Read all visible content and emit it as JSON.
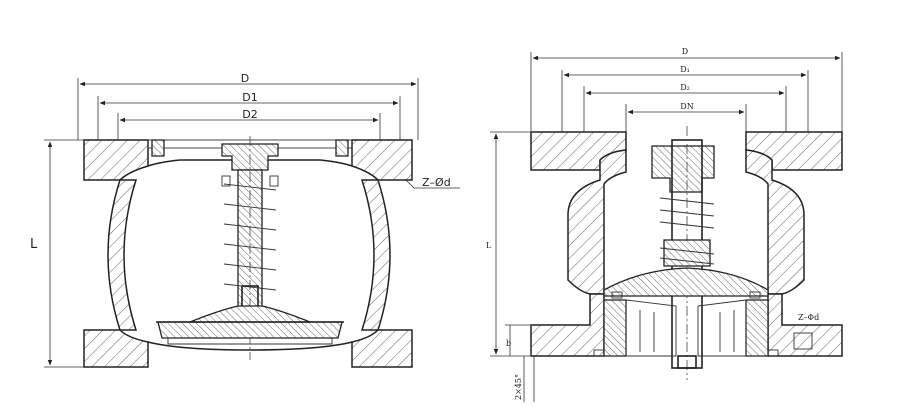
{
  "left_view": {
    "dim_outer": "D",
    "dim_d1": "D1",
    "dim_d2": "D2",
    "dim_length": "L",
    "bolt_holes": "Z–Ød"
  },
  "right_view": {
    "dim_outer": "D",
    "dim_d1": "D₁",
    "dim_d2": "D₂",
    "dim_bore": "DN",
    "dim_length": "L",
    "dim_b": "b",
    "chamfer": "2×45°",
    "bolt_holes": "Z–Φd"
  }
}
